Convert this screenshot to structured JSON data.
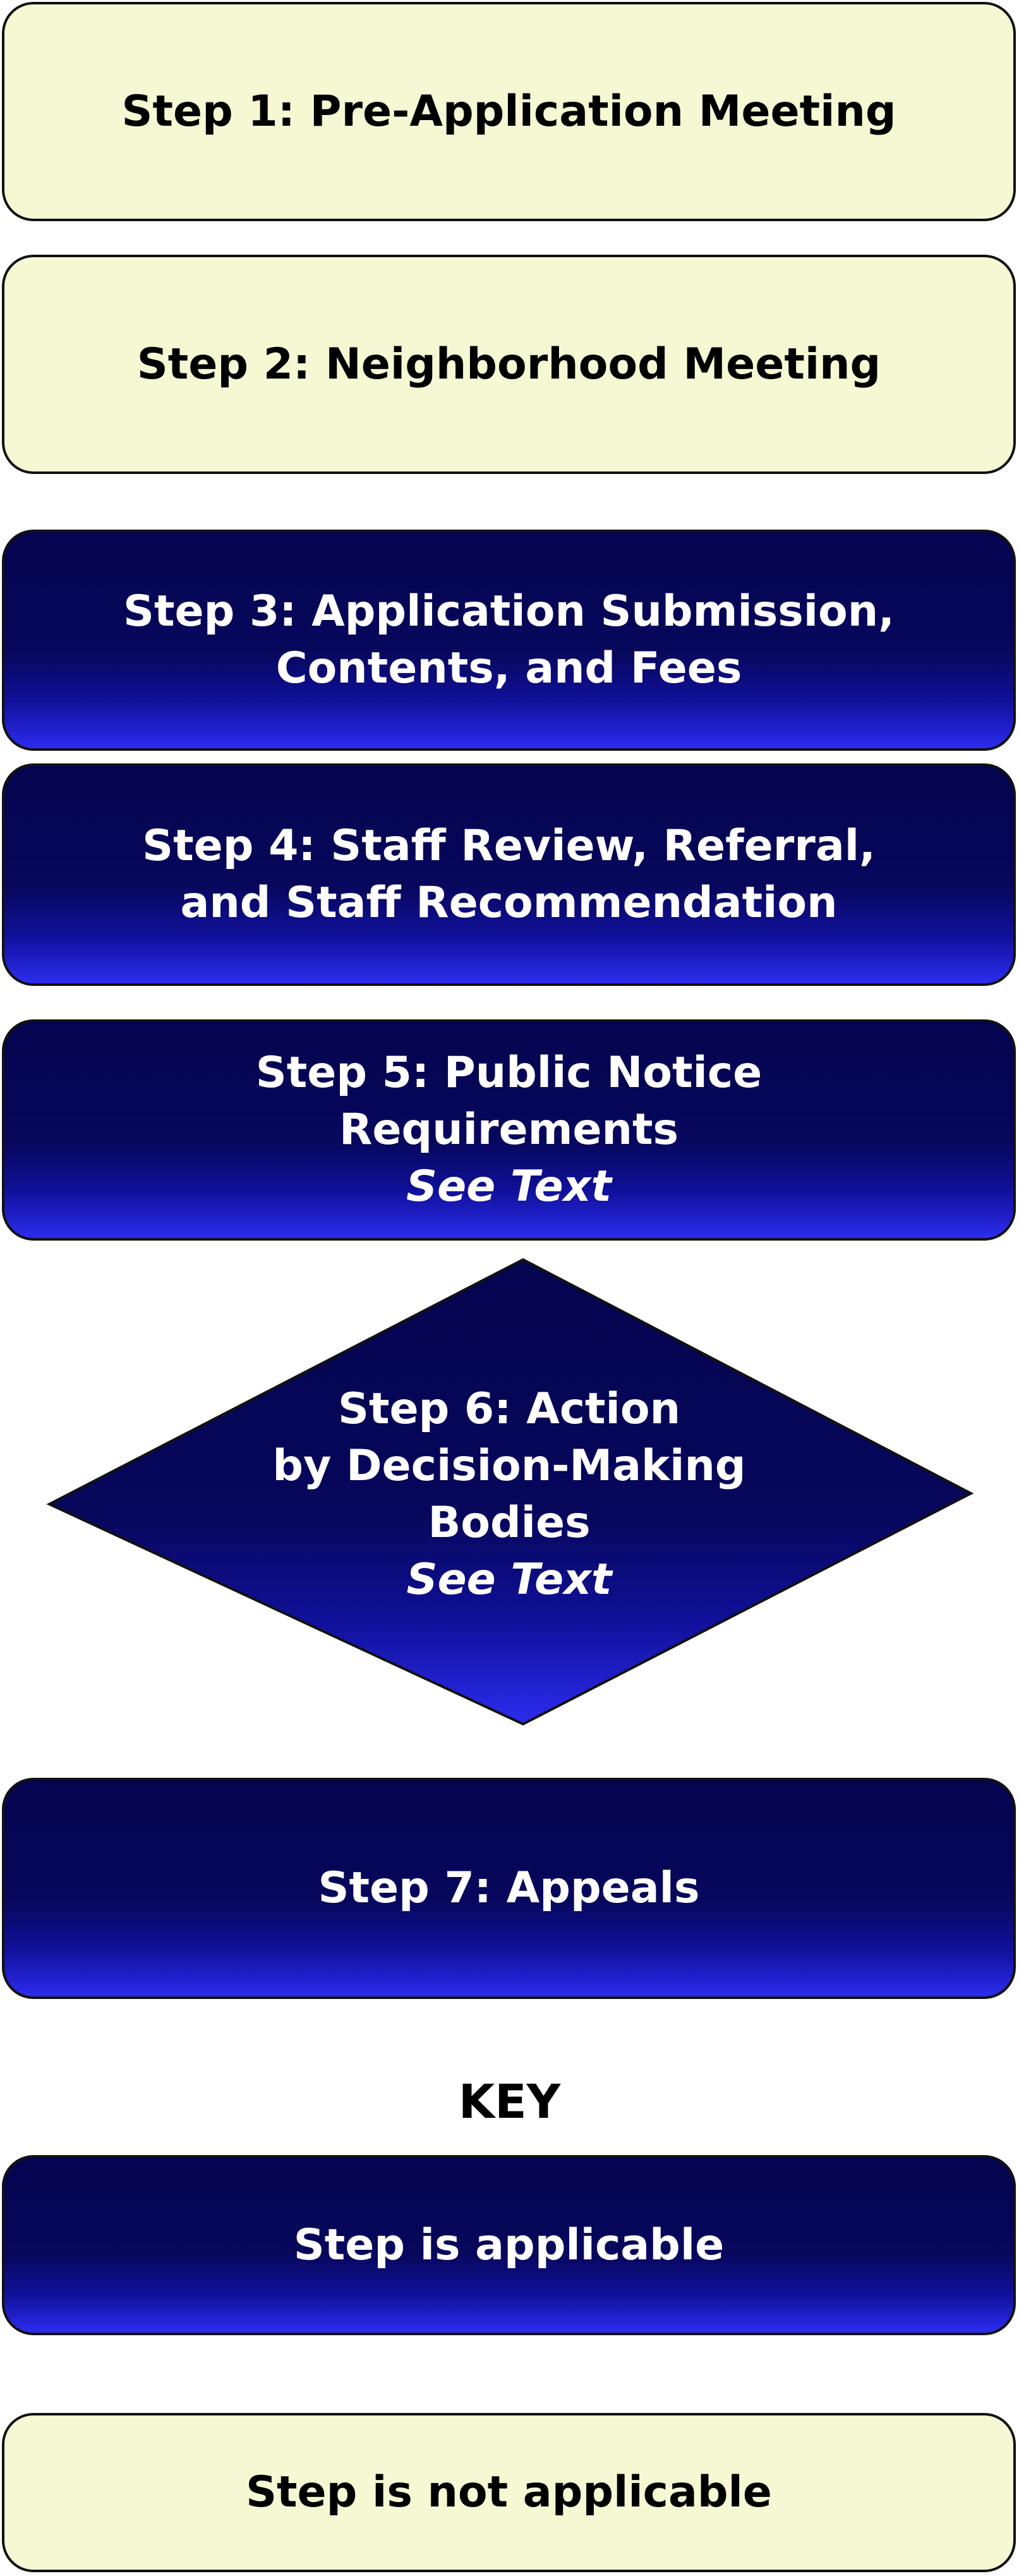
{
  "steps": [
    {
      "lines": [
        "Step 1: Pre-Application Meeting"
      ],
      "status": "not_applicable"
    },
    {
      "lines": [
        "Step 2: Neighborhood Meeting"
      ],
      "status": "not_applicable"
    },
    {
      "lines": [
        "Step 3: Application Submission,",
        "Contents, and Fees"
      ],
      "status": "applicable"
    },
    {
      "lines": [
        "Step 4: Staff Review, Referral,",
        "and Staff Recommendation"
      ],
      "status": "applicable"
    },
    {
      "lines": [
        "Step 5: Public Notice",
        "Requirements"
      ],
      "note": "See Text",
      "status": "applicable"
    },
    {
      "lines": [
        "Step 6: Action",
        "by Decision-Making",
        "Bodies"
      ],
      "note": "See Text",
      "status": "applicable",
      "shape": "diamond"
    },
    {
      "lines": [
        "Step 7: Appeals"
      ],
      "status": "applicable"
    }
  ],
  "key": {
    "title": "KEY",
    "applicable": "Step is applicable",
    "not_applicable": "Step is not applicable"
  },
  "colors": {
    "applicable_top": "#04044f",
    "applicable_bottom": "#2c2cf0",
    "not_applicable_fill": "#f6f8d4",
    "border": "#111111"
  }
}
